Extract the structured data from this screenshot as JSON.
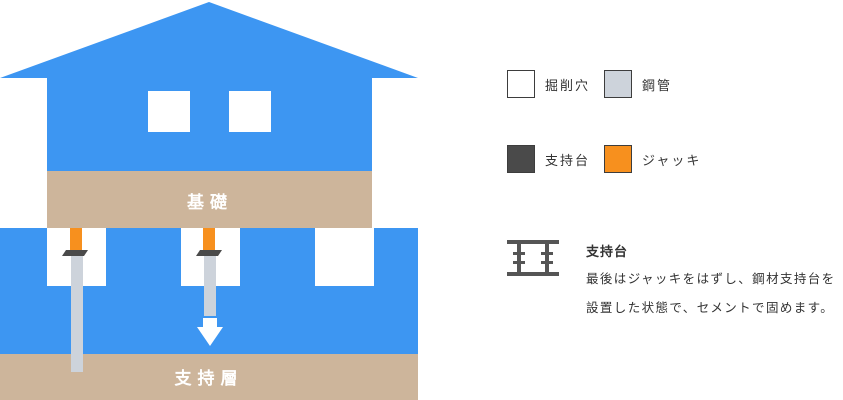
{
  "diagram": {
    "foundation_label": "基礎",
    "bearing_layer_label": "支持層"
  },
  "legend": {
    "items": [
      {
        "name": "excavation",
        "label": "掘削穴",
        "color": "#ffffff"
      },
      {
        "name": "steel-pipe",
        "label": "鋼管",
        "color": "#cdd3db"
      },
      {
        "name": "support-base",
        "label": "支持台",
        "color": "#4a4a4a"
      },
      {
        "name": "jack",
        "label": "ジャッキ",
        "color": "#f7901e"
      }
    ]
  },
  "description": {
    "title": "支持台",
    "body": "最後はジャッキをはずし、鋼材支持台を設置した状態で、セメントで固めます。"
  },
  "colors": {
    "house_blue": "#3d96f2",
    "ground_tan": "#cdb59b",
    "excavation": "#ffffff",
    "pipe": "#cdd3db",
    "jack": "#f7901e",
    "support_base": "#4a4a4a",
    "icon_dark": "#555555"
  }
}
